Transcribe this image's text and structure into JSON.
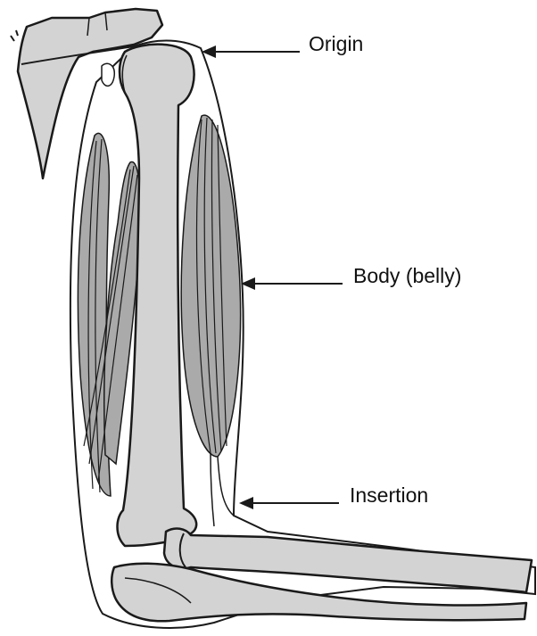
{
  "labels": {
    "origin": "Origin",
    "body": "Body (belly)",
    "insertion": "Insertion"
  },
  "colors": {
    "bone": "#d3d3d3",
    "muscle": "#aaaaaa",
    "outline": "#1a1a1a"
  }
}
